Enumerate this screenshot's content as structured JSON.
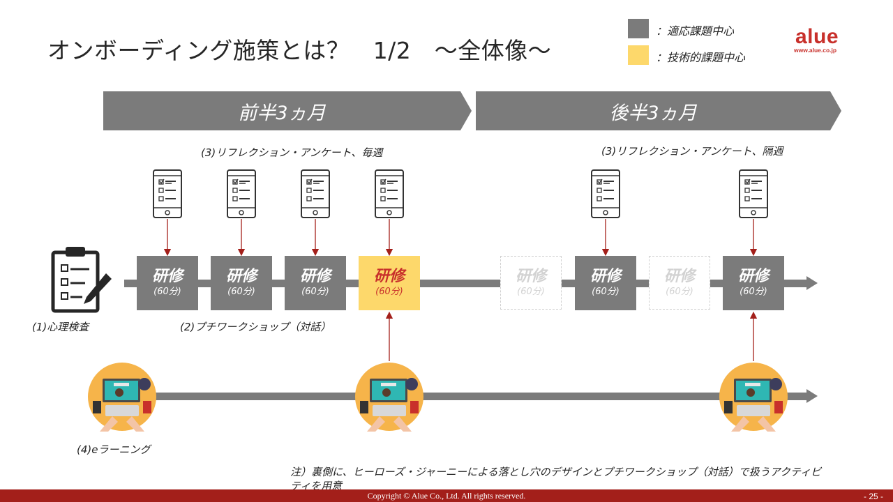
{
  "title": "オンボーディング施策とは？　1/2　～全体像～",
  "legend": {
    "adaptive": {
      "label": "：適応課題中心",
      "color": "#7b7b7b"
    },
    "technical": {
      "label": "：技術的課題中心",
      "color": "#fdd86b"
    }
  },
  "logo": {
    "name": "alue",
    "url": "www.alue.co.jp",
    "color": "#c8302b"
  },
  "phases": [
    {
      "label": "前半3ヵ月"
    },
    {
      "label": "後半3ヵ月"
    }
  ],
  "reflection": {
    "weekly": "(3)リフレクション・アンケート、毎週",
    "biweekly": "(3)リフレクション・アンケート、隔週"
  },
  "assessment_label": "(1)心理検査",
  "workshop_label": "(2)プチワークショップ（対話）",
  "trainings": [
    {
      "title": "研修",
      "duration": "(60分)",
      "type": "adaptive"
    },
    {
      "title": "研修",
      "duration": "(60分)",
      "type": "adaptive"
    },
    {
      "title": "研修",
      "duration": "(60分)",
      "type": "adaptive"
    },
    {
      "title": "研修",
      "duration": "(60分)",
      "type": "technical"
    },
    {
      "title": "研修",
      "duration": "(60分)",
      "type": "inactive"
    },
    {
      "title": "研修",
      "duration": "(60分)",
      "type": "adaptive"
    },
    {
      "title": "研修",
      "duration": "(60分)",
      "type": "inactive"
    },
    {
      "title": "研修",
      "duration": "(60分)",
      "type": "adaptive"
    }
  ],
  "elearning_label": "(4)eラーニング",
  "note_line1": "注）裏側に、ヒーローズ・ジャーニーによる落とし穴のデザインとプチワークショップ（対話）で扱うアクティビ",
  "note_line2": "ティを用意",
  "footer": {
    "copyright": "Copyright © Alue Co., Ltd. All rights reserved.",
    "page": "- 25 -"
  }
}
